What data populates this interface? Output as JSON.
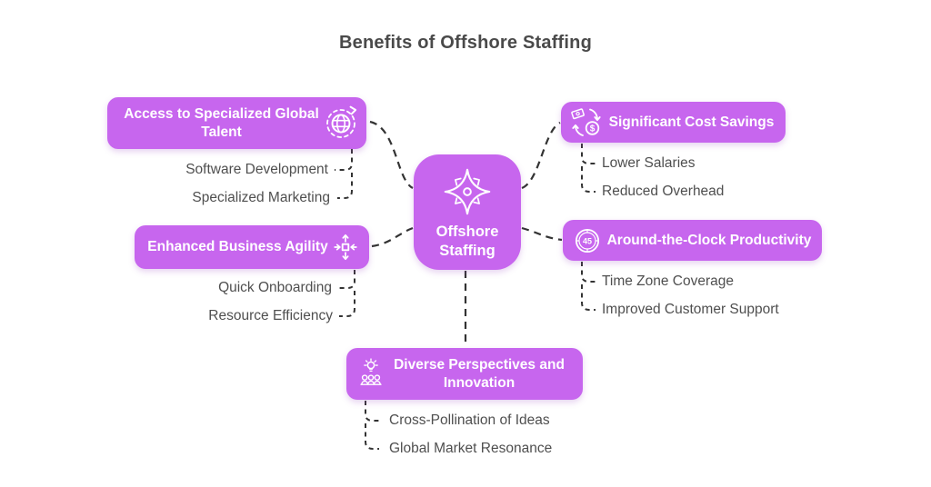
{
  "title": "Benefits of Offshore Staffing",
  "center": {
    "label": "Offshore Staffing",
    "icon": "compass-star-icon"
  },
  "branches": [
    {
      "label": "Access to Specialized Global Talent",
      "icon": "globe-refresh-icon",
      "children": [
        "Software Development",
        "Specialized Marketing"
      ]
    },
    {
      "label": "Enhanced Business Agility",
      "icon": "move-arrows-icon",
      "children": [
        "Quick Onboarding",
        "Resource Efficiency"
      ]
    },
    {
      "label": "Significant Cost Savings",
      "icon": "money-cycle-icon",
      "coin_symbol": "$",
      "children": [
        "Lower Salaries",
        "Reduced Overhead"
      ]
    },
    {
      "label": "Around-the-Clock Productivity",
      "icon": "timer-icon",
      "timer_text": "45",
      "children": [
        "Time Zone Coverage",
        "Improved Customer Support"
      ]
    },
    {
      "label": "Diverse Perspectives and Innovation",
      "icon": "idea-team-icon",
      "children": [
        "Cross-Pollination of Ideas",
        "Global Market Resonance"
      ]
    }
  ],
  "colors": {
    "node_fill": "#c766ee",
    "node_text": "#ffffff",
    "title_text": "#4a4a4a",
    "sub_text": "#4f4f4f",
    "connector": "#333333",
    "background": "#ffffff"
  }
}
